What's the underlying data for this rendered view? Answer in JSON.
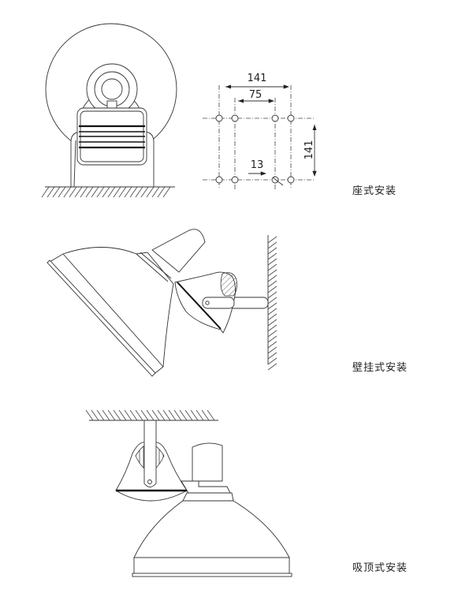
{
  "sections": [
    {
      "label": "座式安装"
    },
    {
      "label": "壁挂式安装"
    },
    {
      "label": "吸顶式安装"
    }
  ],
  "dimensions": {
    "outer_width": "141",
    "inner_width": "75",
    "height": "141",
    "hole": "13"
  }
}
